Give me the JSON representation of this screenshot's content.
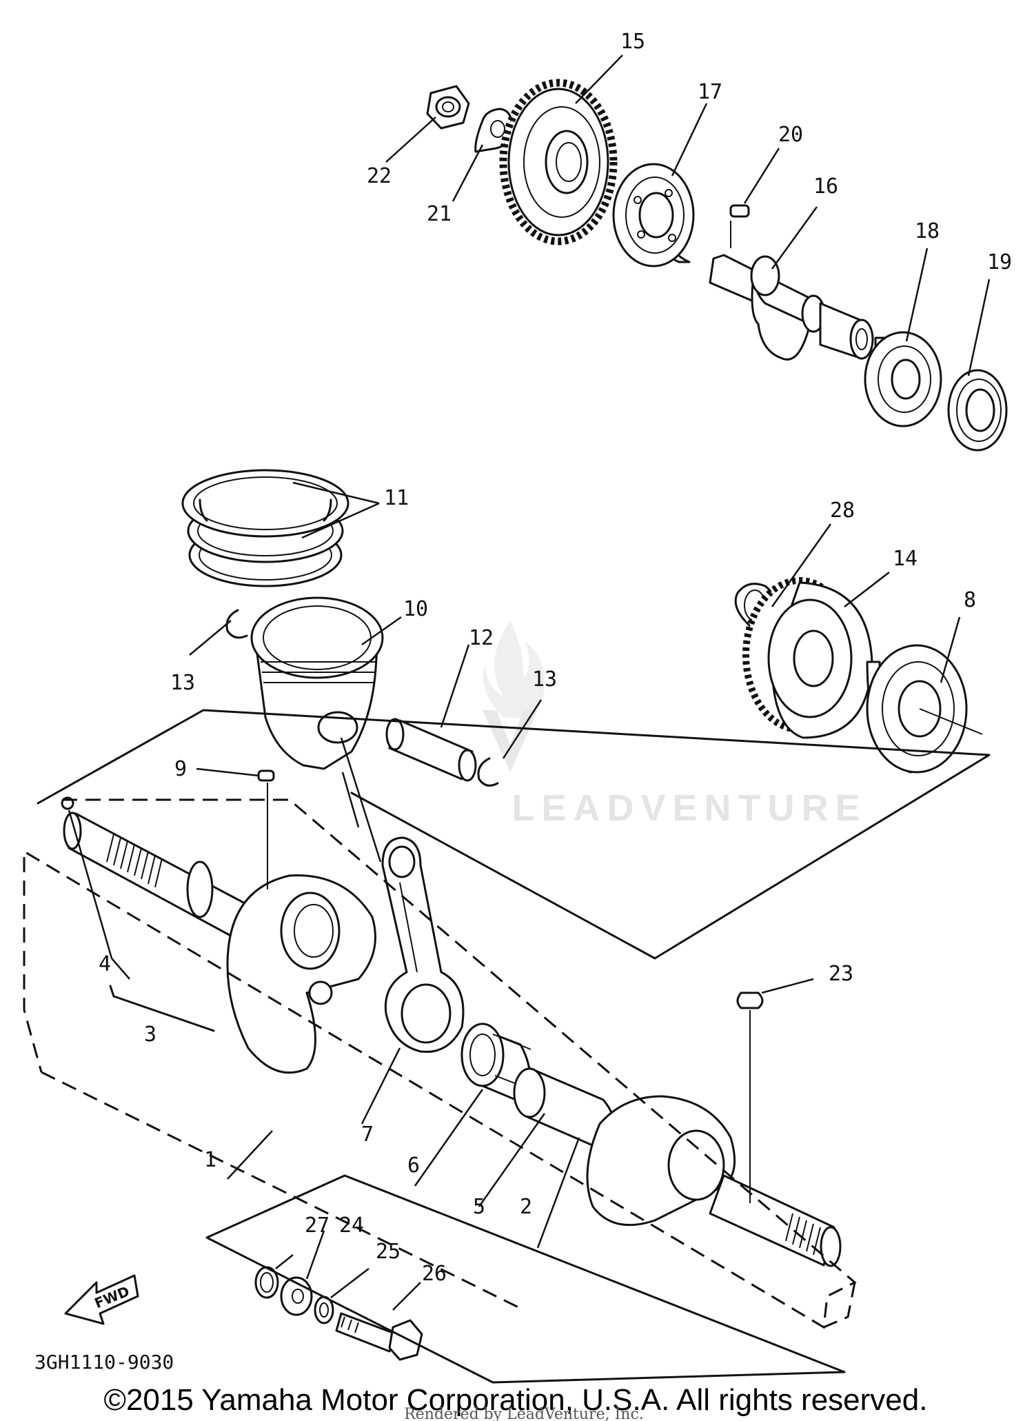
{
  "diagram": {
    "callouts": [
      "1",
      "2",
      "3",
      "4",
      "5",
      "6",
      "7",
      "8",
      "9",
      "10",
      "11",
      "12",
      "13",
      "13",
      "14",
      "15",
      "16",
      "17",
      "18",
      "19",
      "20",
      "21",
      "22",
      "23",
      "24",
      "25",
      "26",
      "27",
      "28"
    ],
    "fwd_label": "FWD",
    "diagram_code": "3GH1110-9030",
    "watermark": "LEADVENTURE"
  },
  "footer": {
    "copyright": "©2015 Yamaha Motor Corporation, U.S.A. All rights reserved.",
    "rendered_by": "Rendered by LeadVenture, Inc."
  }
}
